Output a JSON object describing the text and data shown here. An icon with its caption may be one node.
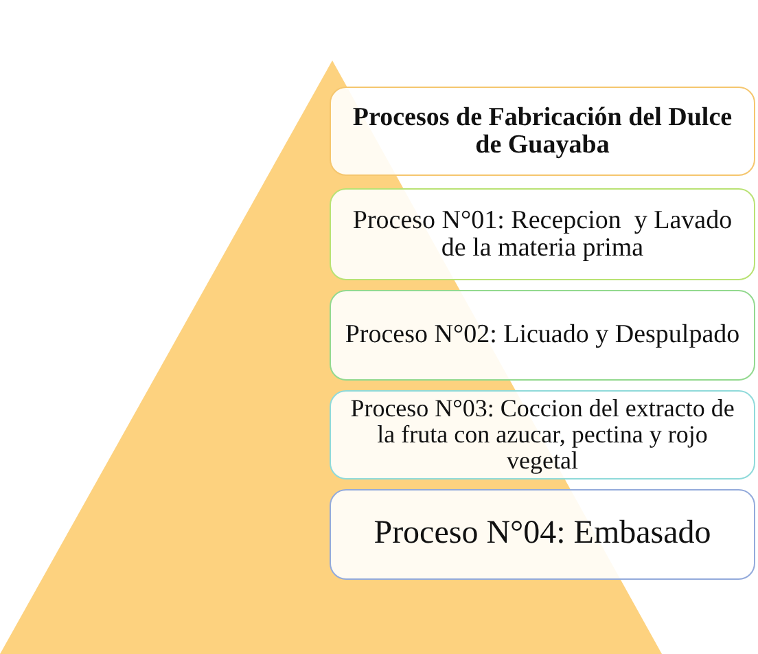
{
  "diagram": {
    "nodes": [
      {
        "text": [
          "Procesos de Fabricación del Dulce de Guayaba"
        ]
      },
      {
        "text": [
          "Proceso N°01: Recepcion  y Lavado de la materia prima"
        ]
      },
      {
        "text": [
          "Proceso N°02: Licuado y Despulpado"
        ]
      },
      {
        "text": [
          "Proceso N°03: Coccion del extracto de la fruta con azucar, pectina y rojo vegetal"
        ]
      },
      {
        "text": [
          "Proceso N°04: Embasado"
        ]
      }
    ]
  }
}
